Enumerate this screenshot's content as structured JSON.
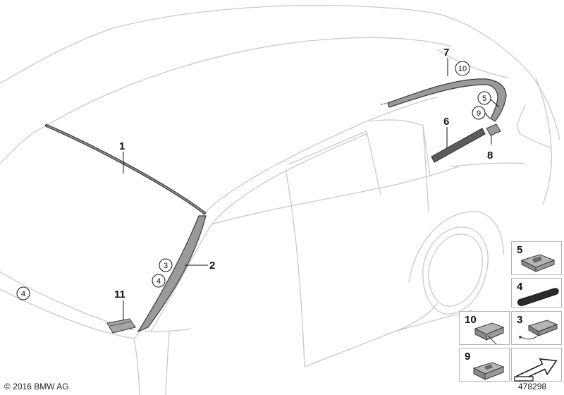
{
  "diagram": {
    "callouts": [
      "1",
      "2",
      "3",
      "4",
      "4",
      "5",
      "6",
      "7",
      "8",
      "9",
      "10",
      "11"
    ],
    "circled": [
      "3",
      "4",
      "4",
      "5",
      "9",
      "10"
    ]
  },
  "panels": [
    "5",
    "4",
    "10",
    "3",
    "9"
  ],
  "footer": {
    "copyright": "© 2016 BMW AG",
    "diagram_number": "478298"
  },
  "colors": {
    "car_outline": "#c9c9c9",
    "part_fill": "#8e8e8e",
    "part_edge": "#3a3a3a",
    "label": "#111111",
    "panel_border": "#b5b5b5"
  }
}
